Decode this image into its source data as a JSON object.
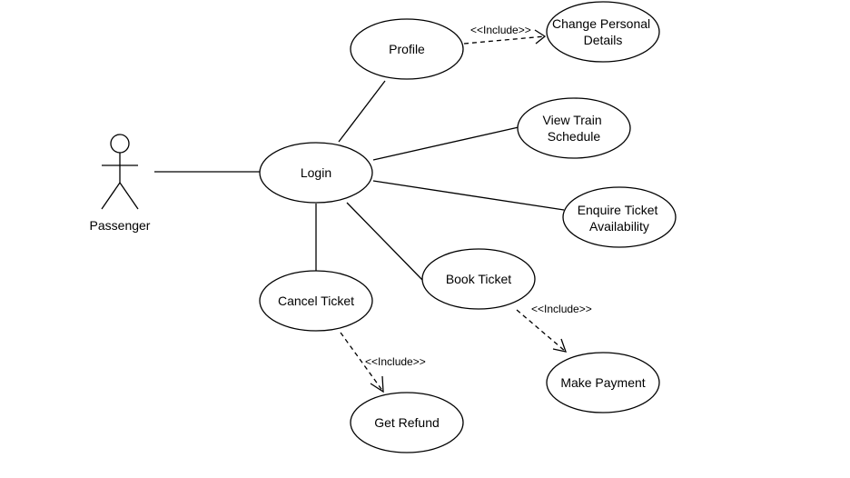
{
  "actor": {
    "label": "Passenger"
  },
  "use_cases": {
    "login": "Login",
    "profile": "Profile",
    "change_personal_details": [
      "Change Personal",
      "Details"
    ],
    "view_train_schedule": [
      "View Train",
      "Schedule"
    ],
    "enquire_ticket_availability": [
      "Enquire Ticket",
      "Availability"
    ],
    "book_ticket": "Book Ticket",
    "cancel_ticket": "Cancel Ticket",
    "make_payment": "Make Payment",
    "get_refund": "Get Refund"
  },
  "relationships": {
    "include_label": "<<Include>>"
  },
  "colors": {
    "stroke": "#000000",
    "background": "#ffffff"
  }
}
